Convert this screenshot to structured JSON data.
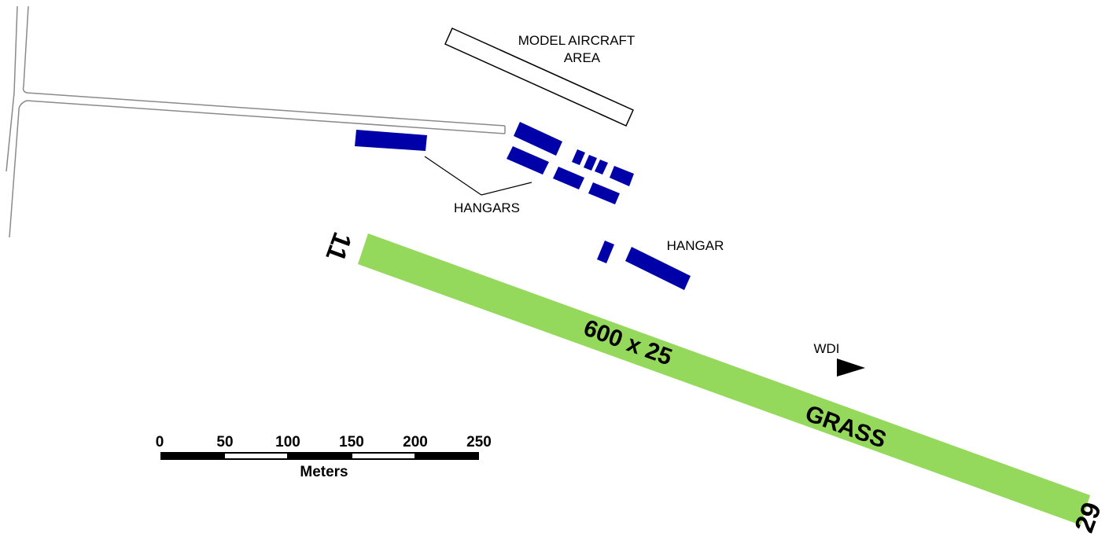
{
  "map": {
    "colors": {
      "runway": "#94d95c",
      "hangar": "#0000a8",
      "road_edge": "#8a8a8a",
      "ink": "#000000"
    },
    "labels": {
      "model_area_line1": "MODEL AIRCRAFT",
      "model_area_line2": "AREA",
      "hangars": "HANGARS",
      "hangar": "HANGAR",
      "wdi": "WDI"
    },
    "runway": {
      "dimensions": "600 x 25",
      "surface": "GRASS",
      "end_west": "11",
      "end_east": "29"
    },
    "scale_bar": {
      "ticks": [
        "0",
        "50",
        "100",
        "150",
        "200",
        "250"
      ],
      "unit": "Meters"
    }
  }
}
